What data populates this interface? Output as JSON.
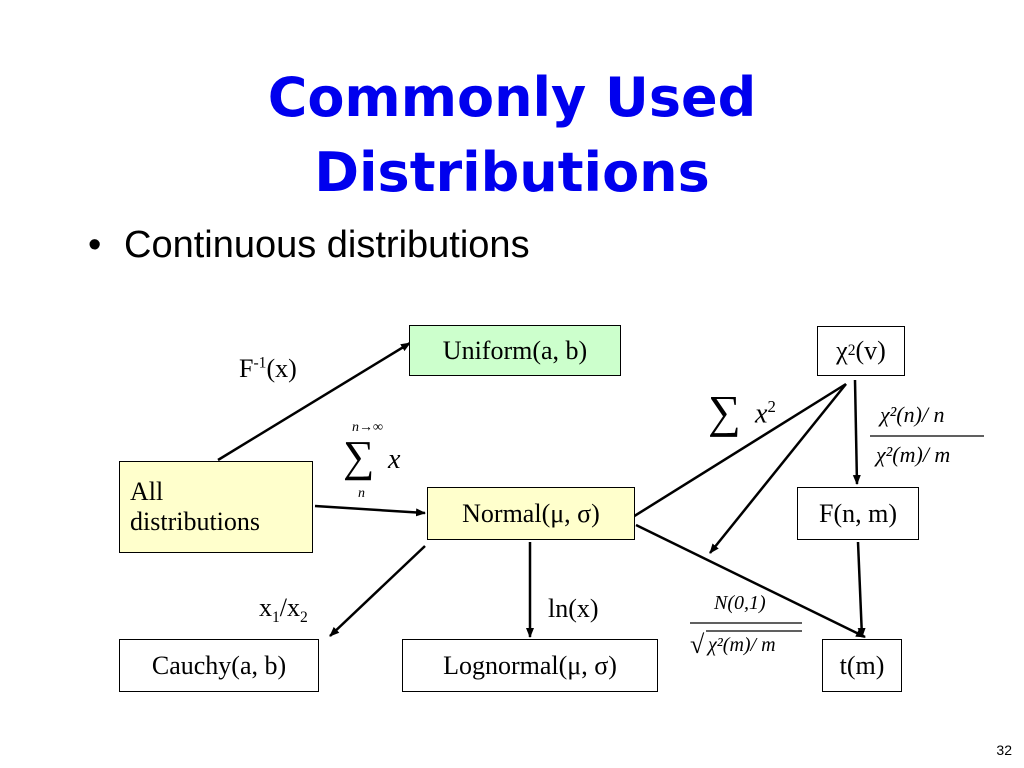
{
  "title": {
    "line1": "Commonly Used",
    "line2": "Distributions"
  },
  "bullet": {
    "symbol": "•",
    "text": "Continuous distributions"
  },
  "nodes": {
    "uniform": "Uniform(a, b)",
    "all_line1": "All",
    "all_line2": "distributions",
    "normal": "Normal(μ, σ)",
    "chi_symbol": "χ",
    "chi_exp": "2",
    "chi_arg": "(v)",
    "f": "F(n, m)",
    "cauchy": "Cauchy(a, b)",
    "lognormal": "Lognormal(μ, σ)",
    "t": "t(m)"
  },
  "edge_labels": {
    "inverse_base": "F",
    "inverse_exp": "-1",
    "inverse_arg": "(x)",
    "ratio_x1": "x",
    "ratio_sub1": "1",
    "ratio_slash": "/x",
    "ratio_sub2": "2",
    "ln": "ln(x)"
  },
  "formulas": {
    "clt_upper": "n→∞",
    "clt_sigma": "∑",
    "clt_var": "x",
    "clt_lower": "n",
    "sumsq_sigma": "∑",
    "sumsq_var": "x",
    "sumsq_exp": "2",
    "f_num": "χ²(n)/ n",
    "f_den": "χ²(m)/ m",
    "t_num": "N(0,1)",
    "t_root": "√",
    "t_den": "χ²(m)/ m"
  },
  "slide_number": "32",
  "colors": {
    "title": "#0000ee",
    "uniform_fill": "#ccffcc",
    "normal_fill": "#ffffcc",
    "all_fill": "#ffffcc"
  }
}
